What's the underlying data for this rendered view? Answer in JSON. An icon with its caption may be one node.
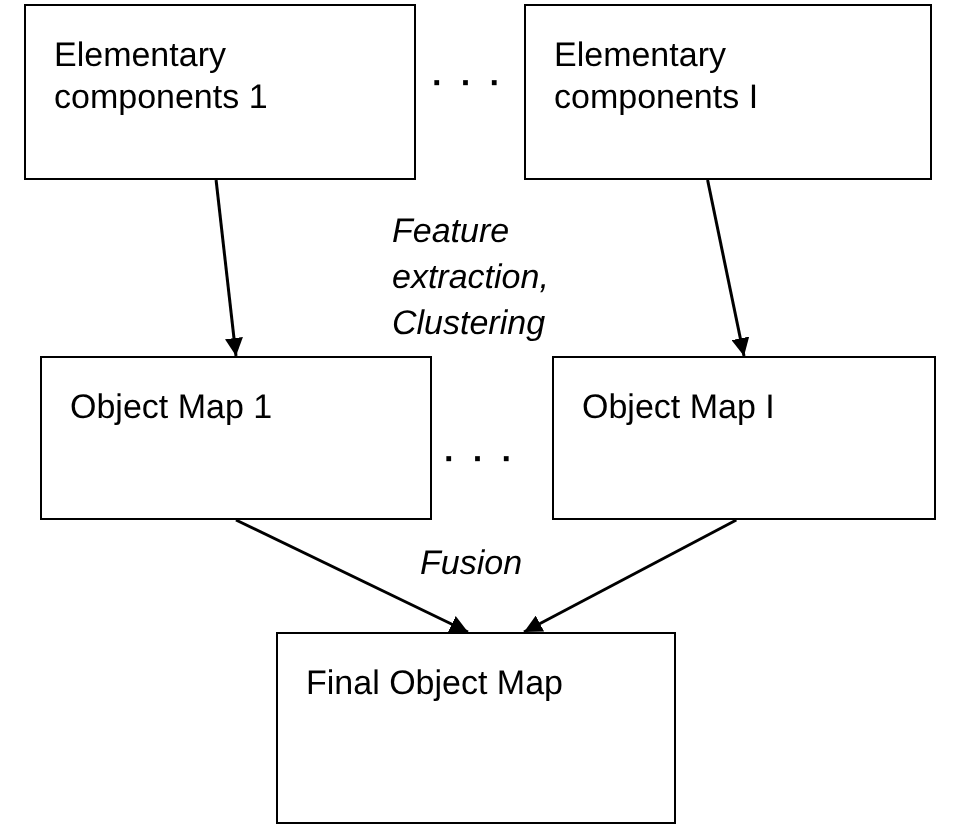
{
  "diagram": {
    "nodes": [
      {
        "text": [
          "Elementary components 1"
        ]
      },
      {
        "text": [
          "Elementary components I"
        ]
      },
      {
        "text": [
          "Object Map 1"
        ]
      },
      {
        "text": [
          "Object Map I"
        ]
      },
      {
        "text": [
          "Final Object Map"
        ]
      }
    ],
    "edges": [
      {
        "from": 0,
        "to": 2,
        "arrow": "to"
      },
      {
        "from": 1,
        "to": 3,
        "arrow": "to"
      },
      {
        "from": 2,
        "to": 4,
        "arrow": "to"
      },
      {
        "from": 3,
        "to": 4,
        "arrow": "to"
      }
    ],
    "labels": [
      "· · ·",
      "Feature extraction, Clustering",
      "· · ·",
      "Fusion"
    ]
  }
}
